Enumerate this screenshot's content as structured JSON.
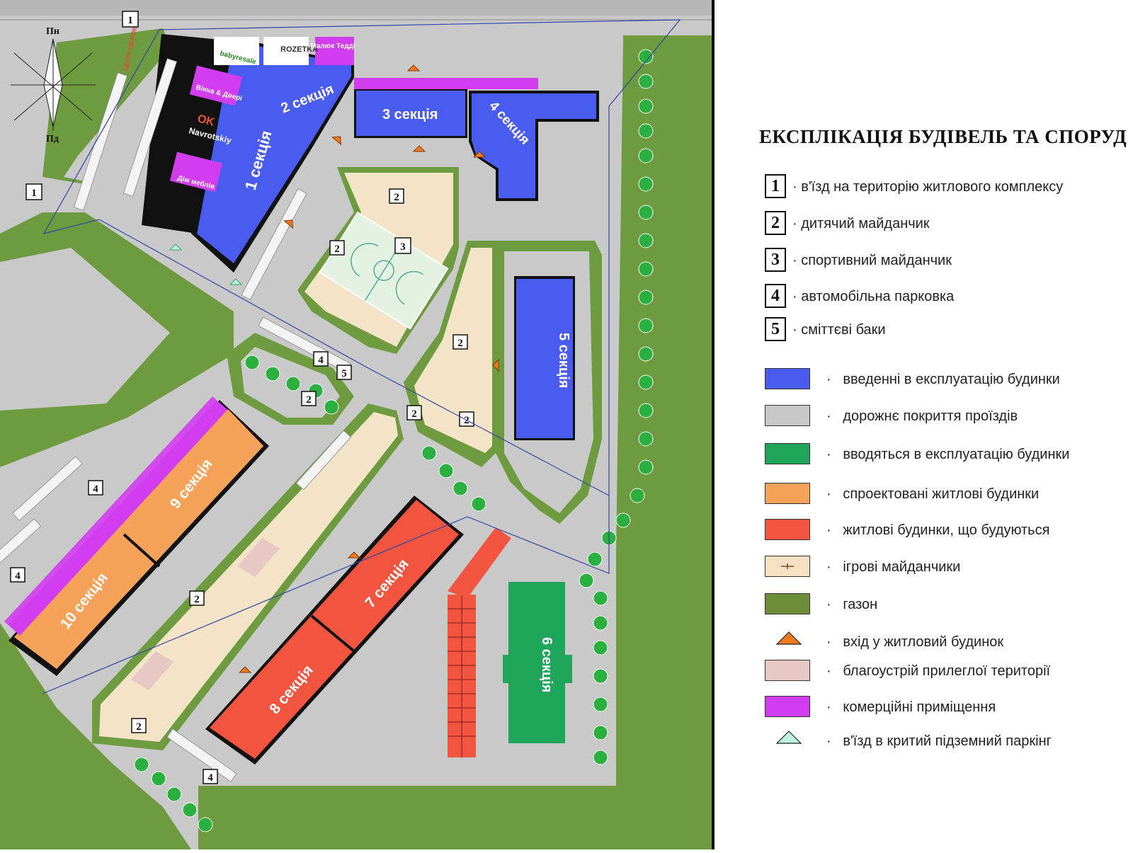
{
  "map": {
    "compass": {
      "north": "Пн",
      "south": "Пд"
    },
    "sections": {
      "s1": "1 секція",
      "s2": "2 секція",
      "s3": "3 секція",
      "s4": "4 секція",
      "s5": "5 секція",
      "s6": "6 секція",
      "s7": "7 секція",
      "s8": "8 секція",
      "s9": "9 секція",
      "s10": "10 секція"
    },
    "shops": {
      "rozetka": "ROZETKA",
      "malyuk": "Малюк Тедді",
      "baby": "babyresale",
      "vikna": "Вікна & Двері",
      "ok": "OK",
      "navrotskiy": "Navrotskiy",
      "dim_mebliv": "Дім меблів",
      "center": "ЦЕНТР ЗДОРОВ'Я"
    },
    "markers": {
      "m1": "1",
      "m2": "2",
      "m3": "3",
      "m4": "4",
      "m5": "5"
    }
  },
  "legend": {
    "title": "ЕКСПЛІКАЦІЯ БУДІВЕЛЬ ТА СПОРУД",
    "numbered": [
      {
        "num": "1",
        "text": "в'їзд на територію житлового комплексу"
      },
      {
        "num": "2",
        "text": "дитячий майданчик"
      },
      {
        "num": "3",
        "text": "спортивний майданчик"
      },
      {
        "num": "4",
        "text": "автомобільна парковка"
      },
      {
        "num": "5",
        "text": "сміттєві баки"
      }
    ],
    "colors": [
      {
        "color": "#4a5cf0",
        "text": "введенні в експлуатацію будинки"
      },
      {
        "color": "#c8c8c8",
        "text": "дорожнє покриття проїздів"
      },
      {
        "color": "#1fa65a",
        "text": "вводяться в експлуатацію будинки"
      },
      {
        "color": "#f7a25a",
        "text": "спроектовані житлові будинки"
      },
      {
        "color": "#f2553f",
        "text": "житлові будинки, що будуються"
      },
      {
        "color": "#f8e0c2",
        "text": "ігрові майданчики"
      },
      {
        "color": "#6e8c3a",
        "text": "газон"
      },
      {
        "icon": "entrance-triangle-icon",
        "text": "вхід у житловий будинок"
      },
      {
        "color": "#e8c8c4",
        "text": "благоустрій прилеглої території"
      },
      {
        "color": "#d33df0",
        "text": "комерційні приміщення"
      },
      {
        "icon": "parking-triangle-icon",
        "text": "в'їзд в критий підземний паркінг"
      }
    ]
  }
}
